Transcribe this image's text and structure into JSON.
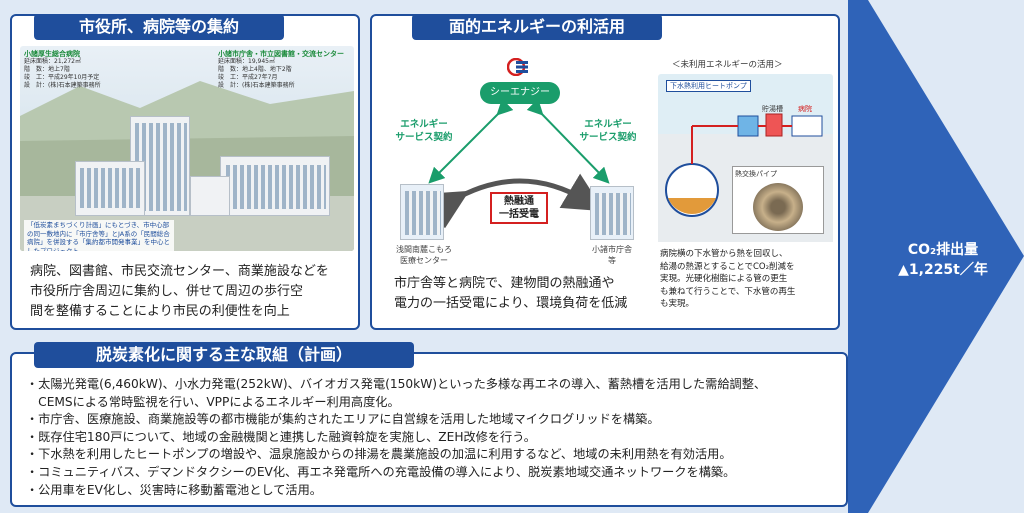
{
  "panel1": {
    "title": "市役所、病院等の集約",
    "hospital": {
      "name": "小諸厚生総合病院",
      "rows": [
        "延床面積：21,272㎡",
        "階　数：地上7階",
        "竣　工：平成29年10月予定",
        "設　計：(株)石本建築事務所"
      ]
    },
    "cityhall": {
      "name": "小諸市庁舎・市立図書館・交流センター",
      "rows": [
        "延床面積：19,945㎡",
        "階　数：地上4階、地下2階",
        "竣　工：平成27年7月",
        "設　計：(株)石本建築事務所"
      ]
    },
    "note": "「低炭素まちづくり計画」にもとづき、市中心部の同一敷地内に「市庁舎等」とJA系の「民間総合病院」を併設する「集約都市開発事業」を中心としたプロジェクト。",
    "description": [
      "病院、図書館、市民交流センター、商業施設などを",
      "市役所庁舎周辺に集約し、併せて周辺の歩行空",
      "間を整備することにより市民の利便性を向上"
    ]
  },
  "panel2": {
    "title": "面的エネルギーの利活用",
    "company": "シーエナジー",
    "contract_left": [
      "エネルギー",
      "サービス契約"
    ],
    "contract_right": [
      "エネルギー",
      "サービス契約"
    ],
    "center_box": [
      "熱融通",
      "一括受電"
    ],
    "left_building": [
      "浅間南麓こもろ",
      "医療センター"
    ],
    "right_building": [
      "小諸市庁舎",
      "等"
    ],
    "unused_title": "＜未利用エネルギーの活用＞",
    "heatpump_label": "下水熱利用ヒートポンプ",
    "tank_label": "貯湯槽",
    "hospital_label": "病院",
    "pipe_label": "熱交換パイプ",
    "heat_desc": [
      "病院横の下水管から熱を回収し、",
      "給湯の熱源とすることでCO₂削減を",
      "実現。光硬化樹脂による管の更生",
      "も兼ねて行うことで、下水管の再生",
      "も実現。"
    ],
    "description": [
      "市庁舎等と病院で、建物間の熱融通や",
      "電力の一括受電により、環境負荷を低減"
    ]
  },
  "panel3": {
    "title": "脱炭素化に関する主な取組（計画）",
    "items": [
      "・太陽光発電(6,460kW)、小水力発電(252kW)、バイオガス発電(150kW)といった多様な再エネの導入、蓄熱槽を活用した需給調整、",
      "　CEMSによる常時監視を行い、VPPによるエネルギー利用高度化。",
      "・市庁舎、医療施設、商業施設等の都市機能が集約されたエリアに自営線を活用した地域マイクログリッドを構築。",
      "・既存住宅180戸について、地域の金融機関と連携した融資斡旋を実施し、ZEH改修を行う。",
      "・下水熱を利用したヒートポンプの増設や、温泉施設からの排湯を農業施設の加温に利用するなど、地域の未利用熱を有効活用。",
      "・コミュニティバス、デマンドタクシーのEV化、再エネ発電所への充電設備の導入により、脱炭素地域交通ネットワークを構築。",
      "・公用車をEV化し、災害時に移動蓄電池として活用。"
    ]
  },
  "result": {
    "line1": "CO₂排出量",
    "line2": "▲1,225t／年"
  },
  "colors": {
    "navy": "#1f4e9c",
    "green": "#1a9d6b",
    "red": "#d42020",
    "arrow": "#2f63b8"
  }
}
